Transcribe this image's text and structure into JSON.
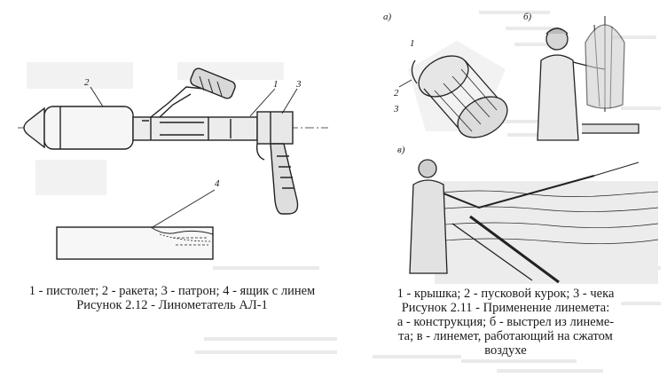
{
  "left_figure": {
    "callouts": [
      "1",
      "2",
      "3",
      "4"
    ],
    "caption_legend": "1 - пистолет; 2 - ракета; 3 - патрон; 4 - ящик с линем",
    "caption_title": "Рисунок 2.12 - Линометатель АЛ-1"
  },
  "right_figure": {
    "panel_labels": [
      "а)",
      "б)",
      "в)"
    ],
    "callouts": [
      "1",
      "2",
      "3"
    ],
    "caption_legend": "1 - крышка; 2 - пусковой курок; 3 - чека",
    "caption_title": "Рисунок 2.11 - Применение линемета:",
    "caption_line3": "а - конструкция; б - выстрел из линеме-",
    "caption_line4": "та; в - линемет, работающий на сжатом",
    "caption_line5": "воздухе"
  }
}
